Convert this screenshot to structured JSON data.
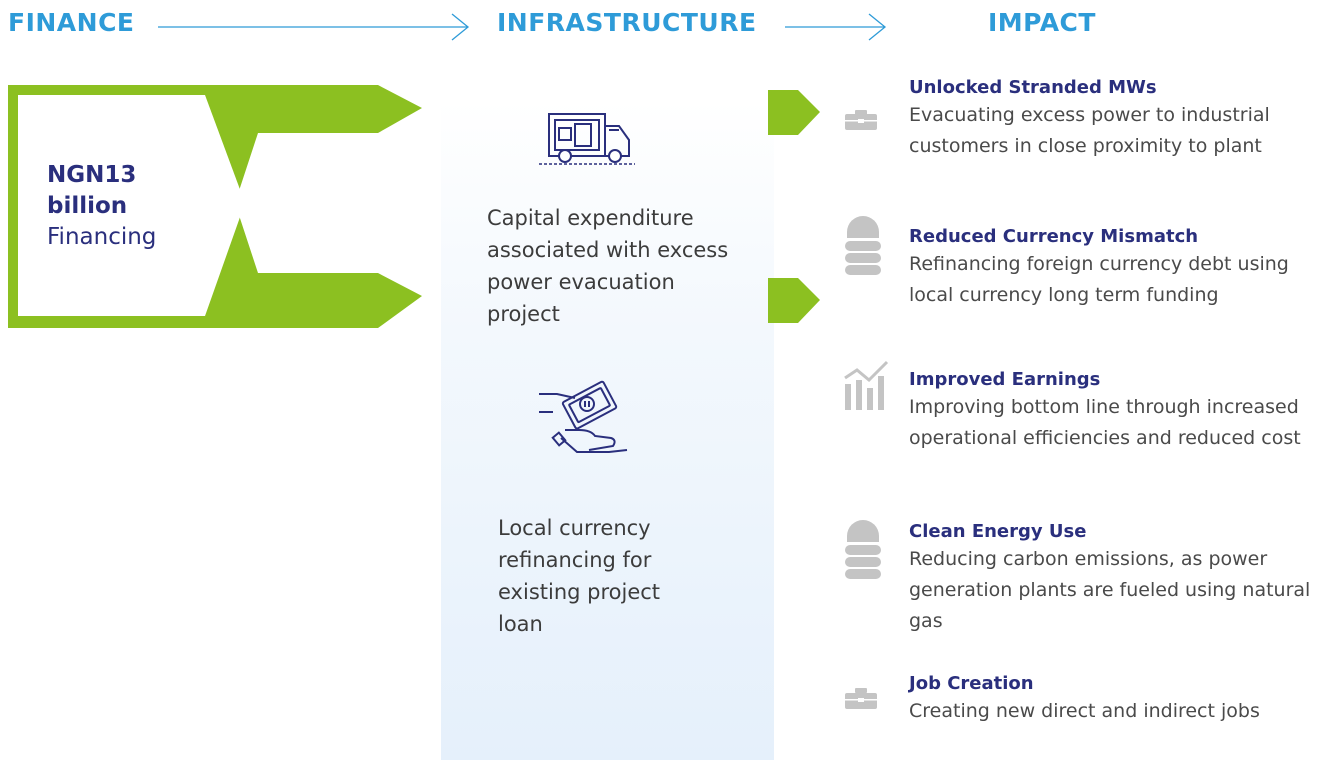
{
  "headers": {
    "finance": "FINANCE",
    "infrastructure": "INFRASTRUCTURE",
    "impact": "IMPACT"
  },
  "finance": {
    "amount_line1": "NGN13",
    "amount_line2": "billion",
    "label": "Financing"
  },
  "infrastructure": [
    {
      "text": "Capital expenditure associated with excess power evacuation project",
      "icon": "truck-icon"
    },
    {
      "text": "Local currency refinancing for existing project loan",
      "icon": "hand-money-icon"
    }
  ],
  "impacts": [
    {
      "title": "Unlocked Stranded MWs",
      "desc": "Evacuating excess power to industrial customers in close proximity to plant",
      "icon": "briefcase-icon"
    },
    {
      "title": "Reduced Currency Mismatch",
      "desc": "Refinancing foreign currency debt using local currency long term funding",
      "icon": "lock-icon"
    },
    {
      "title": "Improved Earnings",
      "desc": "Improving bottom line through increased operational efficiencies and reduced cost",
      "icon": "growth-chart-icon"
    },
    {
      "title": "Clean Energy Use",
      "desc": "Reducing carbon emissions, as power generation plants are fueled using natural gas",
      "icon": "lock-icon"
    },
    {
      "title": "Job Creation",
      "desc": "Creating new direct and indirect jobs",
      "icon": "briefcase-icon"
    }
  ],
  "colors": {
    "header": "#2e9bd8",
    "accent_green": "#8cc021",
    "navy": "#2a2f7d",
    "icon_gray": "#c4c4c4"
  }
}
